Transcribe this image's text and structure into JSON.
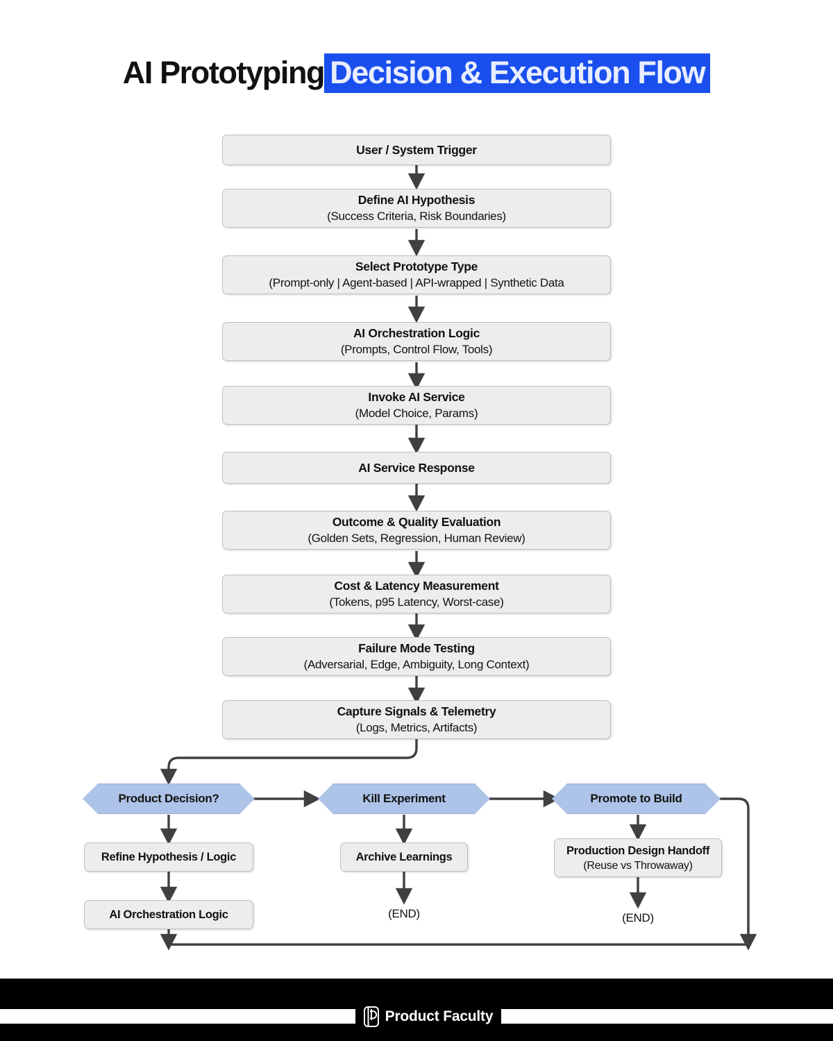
{
  "title": {
    "plain": "AI Prototyping",
    "highlight": "Decision & Execution Flow",
    "highlight_bg": "#1A4FEE",
    "highlight_fg": "#E8EEFF",
    "plain_fg": "#111111"
  },
  "palette": {
    "process_fill": "#EDEDED",
    "process_border": "#BFBFBF",
    "decision_fill": "#AEC3E8",
    "decision_border": "#9AAFD4",
    "connector": "#404040",
    "footer_bg": "#000000"
  },
  "flow": {
    "main_steps": [
      {
        "title": "User / System Trigger",
        "subtitle": ""
      },
      {
        "title": "Define AI Hypothesis",
        "subtitle": "(Success Criteria, Risk Boundaries)"
      },
      {
        "title": "Select Prototype Type",
        "subtitle": "(Prompt-only | Agent-based | API-wrapped | Synthetic Data"
      },
      {
        "title": "AI Orchestration Logic",
        "subtitle": "(Prompts, Control Flow, Tools)"
      },
      {
        "title": "Invoke AI Service",
        "subtitle": "(Model Choice, Params)"
      },
      {
        "title": "AI Service Response",
        "subtitle": ""
      },
      {
        "title": "Outcome & Quality Evaluation",
        "subtitle": "(Golden Sets, Regression, Human Review)"
      },
      {
        "title": "Cost & Latency Measurement",
        "subtitle": "(Tokens, p95 Latency, Worst-case)"
      },
      {
        "title": "Failure Mode Testing",
        "subtitle": "(Adversarial, Edge, Ambiguity, Long Context)"
      },
      {
        "title": "Capture Signals & Telemetry",
        "subtitle": "(Logs, Metrics, Artifacts)"
      }
    ],
    "decisions": [
      {
        "label": "Product Decision?"
      },
      {
        "label": "Kill Experiment"
      },
      {
        "label": "Promote to Build"
      }
    ],
    "branches": {
      "refine": {
        "title": "Refine Hypothesis / Logic",
        "subtitle": ""
      },
      "loop_back": {
        "title": "AI Orchestration Logic",
        "subtitle": ""
      },
      "archive": {
        "title": "Archive Learnings",
        "subtitle": ""
      },
      "handoff": {
        "title": "Production Design Handoff",
        "subtitle": "(Reuse vs Throwaway)"
      }
    },
    "terminators": [
      {
        "label": "(END)"
      },
      {
        "label": "(END)"
      }
    ]
  },
  "footer": {
    "brand": "Product Faculty",
    "logo_icon": "product-faculty-p-logo"
  }
}
